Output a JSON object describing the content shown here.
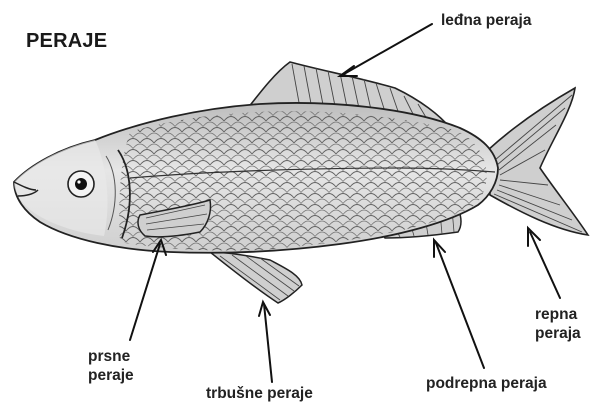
{
  "title": "PERAJE",
  "labels": {
    "dorsal": "leđna peraja",
    "pectoral": [
      "prsne",
      "peraje"
    ],
    "pelvic": "trbušne peraje",
    "anal": "podrepna peraja",
    "caudal": [
      "repna",
      "peraja"
    ]
  },
  "colors": {
    "ink": "#222222",
    "fish_fill": "#d9d9d9",
    "background": "#ffffff"
  }
}
